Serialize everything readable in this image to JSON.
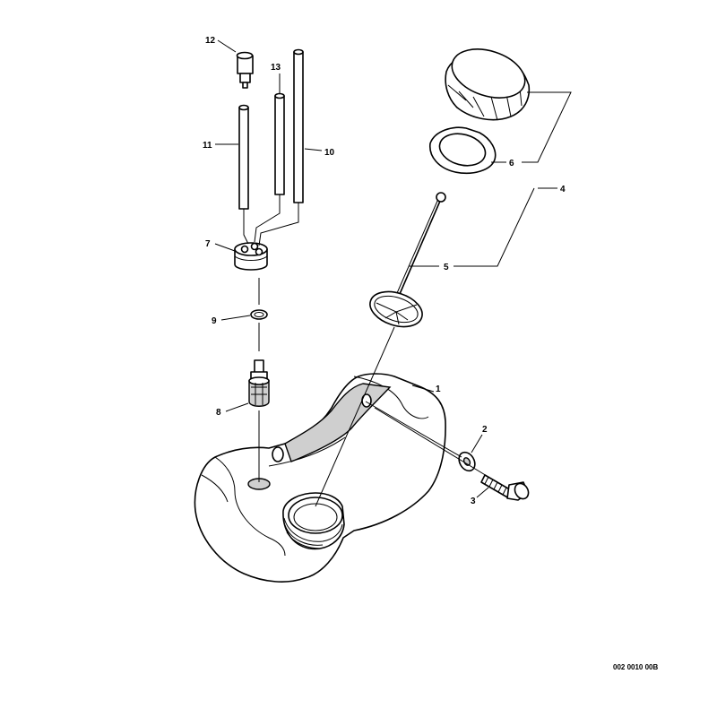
{
  "diagram": {
    "drawing_code": "002 0010 00B",
    "callouts": [
      {
        "id": "1",
        "label": "1"
      },
      {
        "id": "2",
        "label": "2"
      },
      {
        "id": "3",
        "label": "3"
      },
      {
        "id": "4",
        "label": "4"
      },
      {
        "id": "5",
        "label": "5"
      },
      {
        "id": "6",
        "label": "6"
      },
      {
        "id": "7",
        "label": "7"
      },
      {
        "id": "8",
        "label": "8"
      },
      {
        "id": "9",
        "label": "9"
      },
      {
        "id": "10",
        "label": "10"
      },
      {
        "id": "11",
        "label": "11"
      },
      {
        "id": "12",
        "label": "12"
      },
      {
        "id": "13",
        "label": "13"
      }
    ]
  }
}
